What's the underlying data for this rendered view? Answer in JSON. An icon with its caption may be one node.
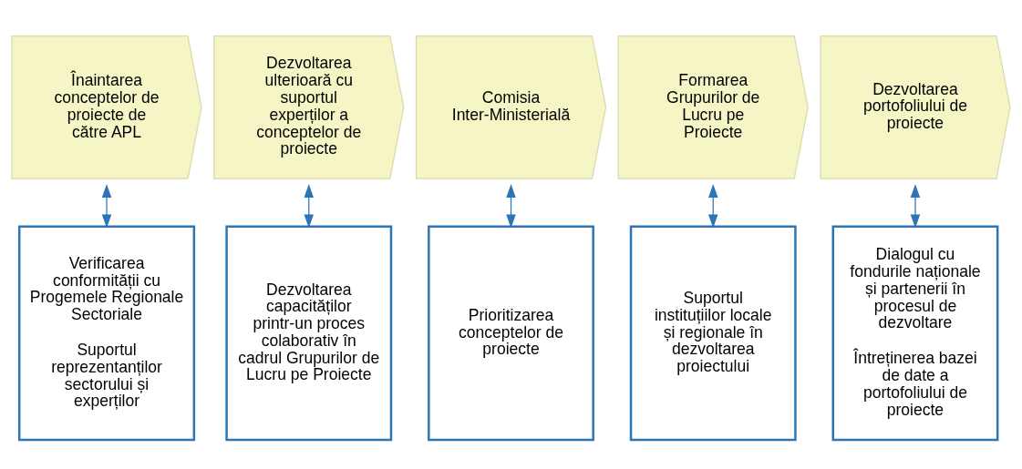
{
  "diagram": {
    "nodes": [
      {
        "text": [
          "Înaintarea conceptelor de proiecte de către APL"
        ]
      },
      {
        "text": [
          "Dezvoltarea ulterioară cu suportul experților a conceptelor de proiecte"
        ]
      },
      {
        "text": [
          "Comisia Inter-Ministerială"
        ]
      },
      {
        "text": [
          "Formarea Grupurilor de Lucru pe Proiecte"
        ]
      },
      {
        "text": [
          "Dezvoltarea portofoliului de proiecte"
        ]
      },
      {
        "text": [
          "Verificarea conformității cu Progemele Regionale Sectoriale",
          "Suportul reprezentanților sectorului și experților"
        ]
      },
      {
        "text": [
          "Dezvoltarea capacităților printr-un proces colaborativ în cadrul Grupurilor de Lucru pe Proiecte"
        ]
      },
      {
        "text": [
          "Prioritizarea conceptelor de proiecte"
        ]
      },
      {
        "text": [
          "Suportul instituțiilor locale și regionale în dezvoltarea proiectului"
        ]
      },
      {
        "text": [
          "Dialogul cu fondurile naționale și partenerii în procesul de dezvoltare",
          "Întreținerea bazei de date a portofoliului de proiecte"
        ]
      }
    ],
    "edges": [
      {
        "from": 0,
        "to": 5,
        "arrow": "both"
      },
      {
        "from": 1,
        "to": 6,
        "arrow": "both"
      },
      {
        "from": 2,
        "to": 7,
        "arrow": "both"
      },
      {
        "from": 3,
        "to": 8,
        "arrow": "both"
      },
      {
        "from": 4,
        "to": 9,
        "arrow": "both"
      }
    ]
  }
}
